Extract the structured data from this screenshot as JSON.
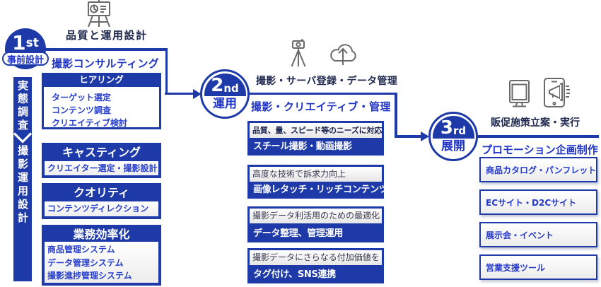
{
  "colors": {
    "accent_blue": "#1e3aa8",
    "heading_blue": "#2136c6",
    "navy_text": "#202a4e",
    "link_blue": "#2940cc"
  },
  "stage1": {
    "badge_number": "1",
    "badge_suffix": "st",
    "badge_name": "事前設計",
    "caption": "品質と運用設計",
    "heading": "撮影コンサルティング",
    "hearing": {
      "title": "ヒアリング",
      "items": [
        "ターゲット選定",
        "コンテンツ調査",
        "クリエイティブ検討"
      ]
    },
    "boxes": [
      {
        "title": "キャスティング",
        "lines": [
          "クリエイター選定・撮影設計"
        ]
      },
      {
        "title": "クオリティ",
        "lines": [
          "コンテンツディレクション"
        ]
      },
      {
        "title": "業務効率化",
        "lines": [
          "商品管理システム",
          "データ管理システム",
          "撮影進捗管理システム"
        ]
      }
    ],
    "ribbon_top": "実態調査",
    "ribbon_bottom": "撮影運用設計"
  },
  "stage2": {
    "badge_number": "2",
    "badge_suffix": "nd",
    "badge_name": "運用",
    "caption": "撮影・サーバ登録・データ管理",
    "heading": "撮影・クリエイティブ・管理",
    "boxes": [
      {
        "label": "品質、量、スピード等のニーズに対応",
        "value": "スチール撮影・動画撮影"
      },
      {
        "label": "高度な技術で訴求力向上",
        "value": "画像レタッチ・リッチコンテンツ"
      },
      {
        "label": "撮影データ利活用のための最適化",
        "value": "データ整理、管理運用"
      },
      {
        "label": "撮影データにさらなる付加価値を",
        "value": "タグ付け、SNS連携"
      }
    ]
  },
  "stage3": {
    "badge_number": "3",
    "badge_suffix": "rd",
    "badge_name": "展開",
    "caption": "販促施策立案・実行",
    "heading": "プロモーション企画制作",
    "boxes": [
      "商品カタログ・パンフレット",
      "ECサイト・D2Cサイト",
      "展示会・イベント",
      "営業支援ツール"
    ]
  }
}
